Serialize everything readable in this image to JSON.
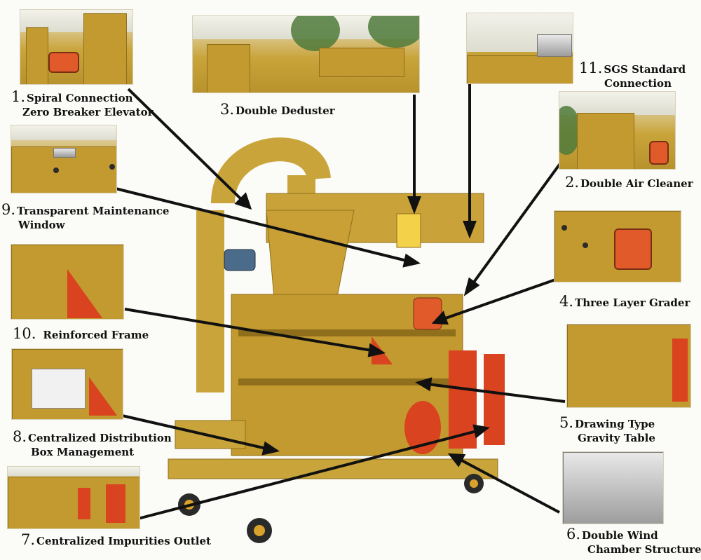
{
  "callouts": [
    {
      "number": "1.",
      "line1": "Spiral Connection",
      "line2": "Zero Breaker Elevator"
    },
    {
      "number": "3.",
      "line1": "Double Deduster",
      "line2": ""
    },
    {
      "number": "11.",
      "line1": "SGS Standard",
      "line2": "Connection"
    },
    {
      "number": "2.",
      "line1": "Double Air Cleaner",
      "line2": ""
    },
    {
      "number": "9.",
      "line1": "Transparent Maintenance",
      "line2": "Window"
    },
    {
      "number": "4.",
      "line1": "Three Layer Grader",
      "line2": ""
    },
    {
      "number": "10.",
      "line1": "Reinforced Frame",
      "line2": ""
    },
    {
      "number": "5.",
      "line1": "Drawing Type",
      "line2": "Gravity Table"
    },
    {
      "number": "8.",
      "line1": "Centralized Distribution",
      "line2": "Box Management"
    },
    {
      "number": "7.",
      "line1": "Centralized Impurities Outlet",
      "line2": ""
    },
    {
      "number": "6.",
      "line1": "Double Wind",
      "line2": "Chamber Structure"
    }
  ],
  "colors": {
    "machine": "#c9a43a",
    "machine_dark": "#8f6f1c",
    "accent_red": "#d9431f",
    "pointer": "#111111"
  }
}
